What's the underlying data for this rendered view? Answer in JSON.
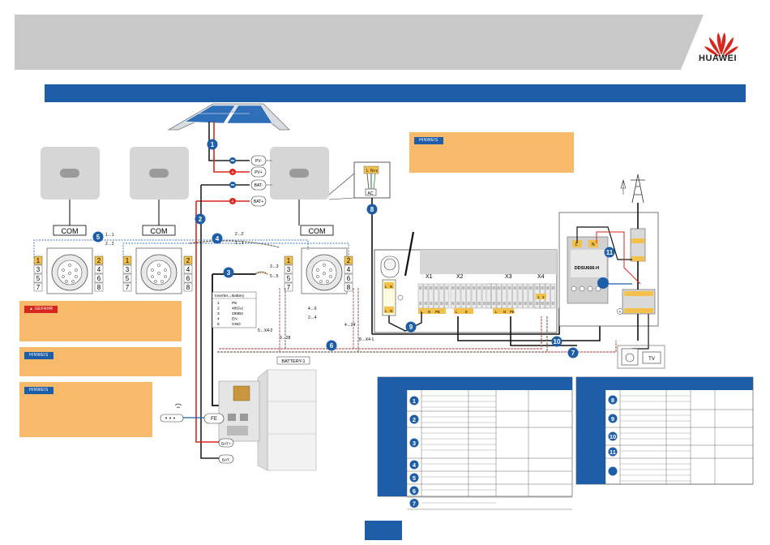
{
  "brand": {
    "logo_text": "HUAWEI",
    "logo_color": "#d9261c",
    "accent": "#1e5ea8",
    "note_color": "#f7b96a"
  },
  "notes": {
    "danger": "GEFAHR",
    "hinweis": "HINWEIS"
  },
  "com_label": "COM",
  "pv": {
    "minus": "PV-",
    "plus": "PV+",
    "bat_minus": "BAT-",
    "bat_plus": "BAT+"
  },
  "ac_label": "AC",
  "lnpe": {
    "l": "L",
    "n": "N",
    "pe": "PE"
  },
  "com_pins": {
    "left": [
      "1",
      "3",
      "5",
      "7"
    ],
    "right": [
      "2",
      "4",
      "6",
      "8"
    ]
  },
  "pin_maps": {
    "p1": "1↔1",
    "p2": "2↔2",
    "p3": "3↔3",
    "p5": "5↔5",
    "p4_6": "4↔6",
    "p2_4": "2↔4",
    "p4_x42": "5↔X4-2",
    "p3_28": "3↔28",
    "p8_x41": "8↔X4-1",
    "p4_24": "4↔24"
  },
  "pin_table": {
    "title": "Inverter↔Battery",
    "rows": [
      [
        "1",
        "PE"
      ],
      [
        "2",
        "485A2"
      ],
      [
        "3",
        "485B2"
      ],
      [
        "4",
        "EN"
      ],
      [
        "5",
        "GND"
      ]
    ]
  },
  "battery_label": "BATTERY-1",
  "fe_label": "FE",
  "x_labels": [
    "X1",
    "X2",
    "X3",
    "X4"
  ],
  "meter_label": "DDSU666-H",
  "tv_label": "TV",
  "bat_terms": {
    "plus": "BAT+",
    "minus": "BAT-"
  },
  "terminal_small": {
    "l": "L",
    "n": "N",
    "pe": "PE",
    "e": "E",
    "s1": "1",
    "s2": "2",
    "s5": "5"
  },
  "callouts": [
    "1",
    "2",
    "3",
    "4",
    "5",
    "6",
    "7",
    "8",
    "9",
    "10",
    "11"
  ],
  "table_left_rows": [
    "1",
    "2",
    "3",
    "4",
    "5",
    "6",
    "7"
  ],
  "table_right_rows": [
    "8",
    "9",
    "10",
    "11",
    ""
  ]
}
